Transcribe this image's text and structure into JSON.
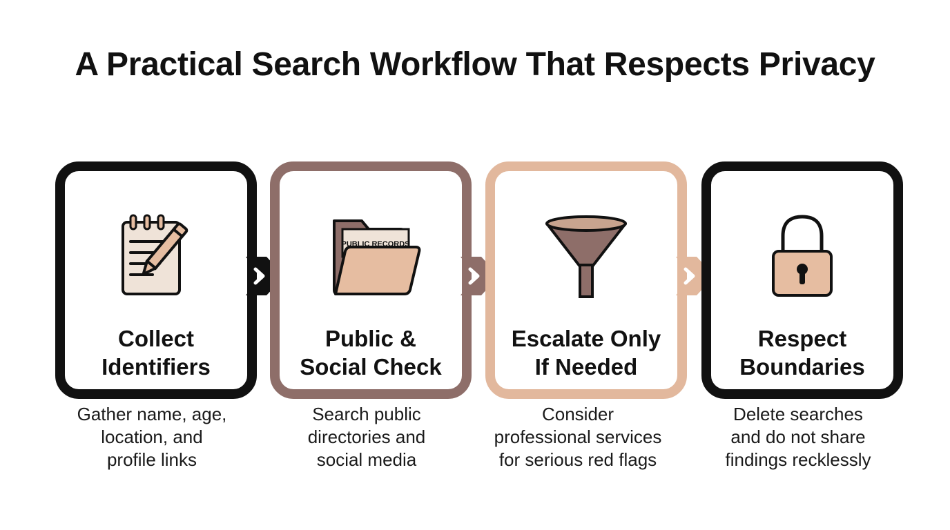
{
  "title": "A Practical Search Workflow That Respects Privacy",
  "colors": {
    "step1_border": "#111111",
    "step2_border": "#8e6e69",
    "step3_border": "#e2b89d",
    "step4_border": "#111111",
    "icon_fill": "#e6bda1",
    "icon_fill_light": "#efe3d8"
  },
  "steps": [
    {
      "icon": "notepad-pencil-icon",
      "label_lines": [
        "Collect",
        "Identifiers"
      ],
      "desc_lines": [
        "Gather name, age,",
        "location, and",
        "profile links"
      ]
    },
    {
      "icon": "folder-icon",
      "icon_text": "PUBLIC RECORDS",
      "label_lines": [
        "Public &",
        "Social Check"
      ],
      "desc_lines": [
        "Search public",
        "directories and",
        "social media"
      ]
    },
    {
      "icon": "funnel-icon",
      "label_lines": [
        "Escalate Only",
        "If Needed"
      ],
      "desc_lines": [
        "Consider",
        "professional services",
        "for serious red flags"
      ]
    },
    {
      "icon": "padlock-icon",
      "label_lines": [
        "Respect",
        "Boundaries"
      ],
      "desc_lines": [
        "Delete searches",
        "and do not share",
        "findings recklessly"
      ]
    }
  ]
}
